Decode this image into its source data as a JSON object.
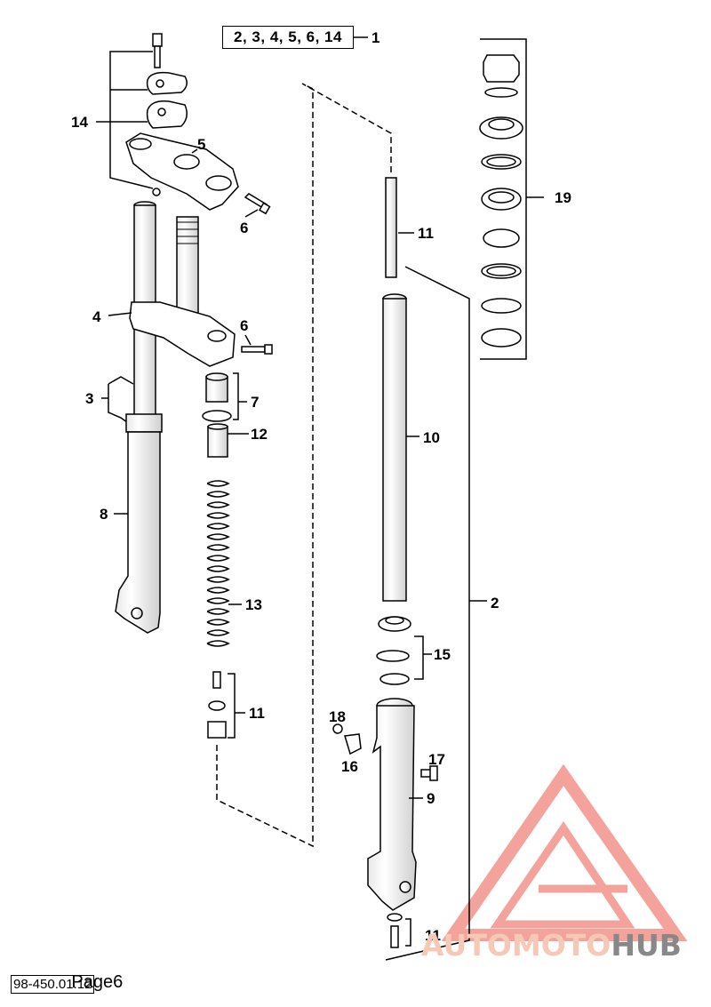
{
  "group_box": "2, 3, 4, 5, 6, 14",
  "labels": {
    "l1": "1",
    "l2": "2",
    "l3": "3",
    "l4": "4",
    "l5": "5",
    "l6a": "6",
    "l6b": "6",
    "l7": "7",
    "l8": "8",
    "l9": "9",
    "l10": "10",
    "l11a": "11",
    "l11b": "11",
    "l11c": "11",
    "l12": "12",
    "l13": "13",
    "l14": "14",
    "l15": "15",
    "l16": "16",
    "l17": "17",
    "l18": "18",
    "l19": "19"
  },
  "footer": {
    "code": "98-450.01.12",
    "page": "Page6"
  },
  "watermark": {
    "part1": "AUTOMOTO",
    "part2": "HUB",
    "color_main": "#f2938a",
    "color_text": "#f6c9b7"
  }
}
